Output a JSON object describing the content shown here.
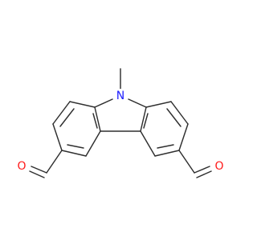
{
  "molecule": {
    "colors": {
      "bond": "#2f2f2f",
      "nitrogen": "#2020ff",
      "oxygen": "#ff1a1a",
      "background": "#ffffff"
    },
    "labels": {
      "nitrogen": "N",
      "oxygen_left": "O",
      "oxygen_right": "O"
    }
  }
}
